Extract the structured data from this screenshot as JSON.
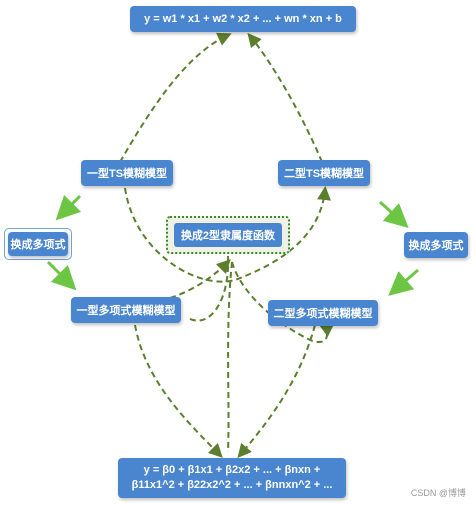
{
  "nodes": {
    "linear_formula": "y = w1 * x1 + w2 * x2 + ... + wn * xn + b",
    "type1_ts": "一型TS模糊模型",
    "type2_ts": "二型TS模糊模型",
    "membership_switch": "换成2型隶属度函数",
    "to_poly_left": "换成多项式",
    "to_poly_right": "换成多项式",
    "type1_poly": "一型多项式模糊模型",
    "type2_poly": "二型多项式模糊模型",
    "poly_formula_line1": "y = β0 + β1x1 + β2x2 + ... + βnxn +",
    "poly_formula_line2": "β11x1^2 + β22x2^2 + ... + βnnxn^2 + ..."
  },
  "watermark": "CSDN @博博",
  "colors": {
    "node_fill": "#4a86cf",
    "edge_dashed": "#5b7f2e",
    "edge_solid": "#6cc644"
  }
}
